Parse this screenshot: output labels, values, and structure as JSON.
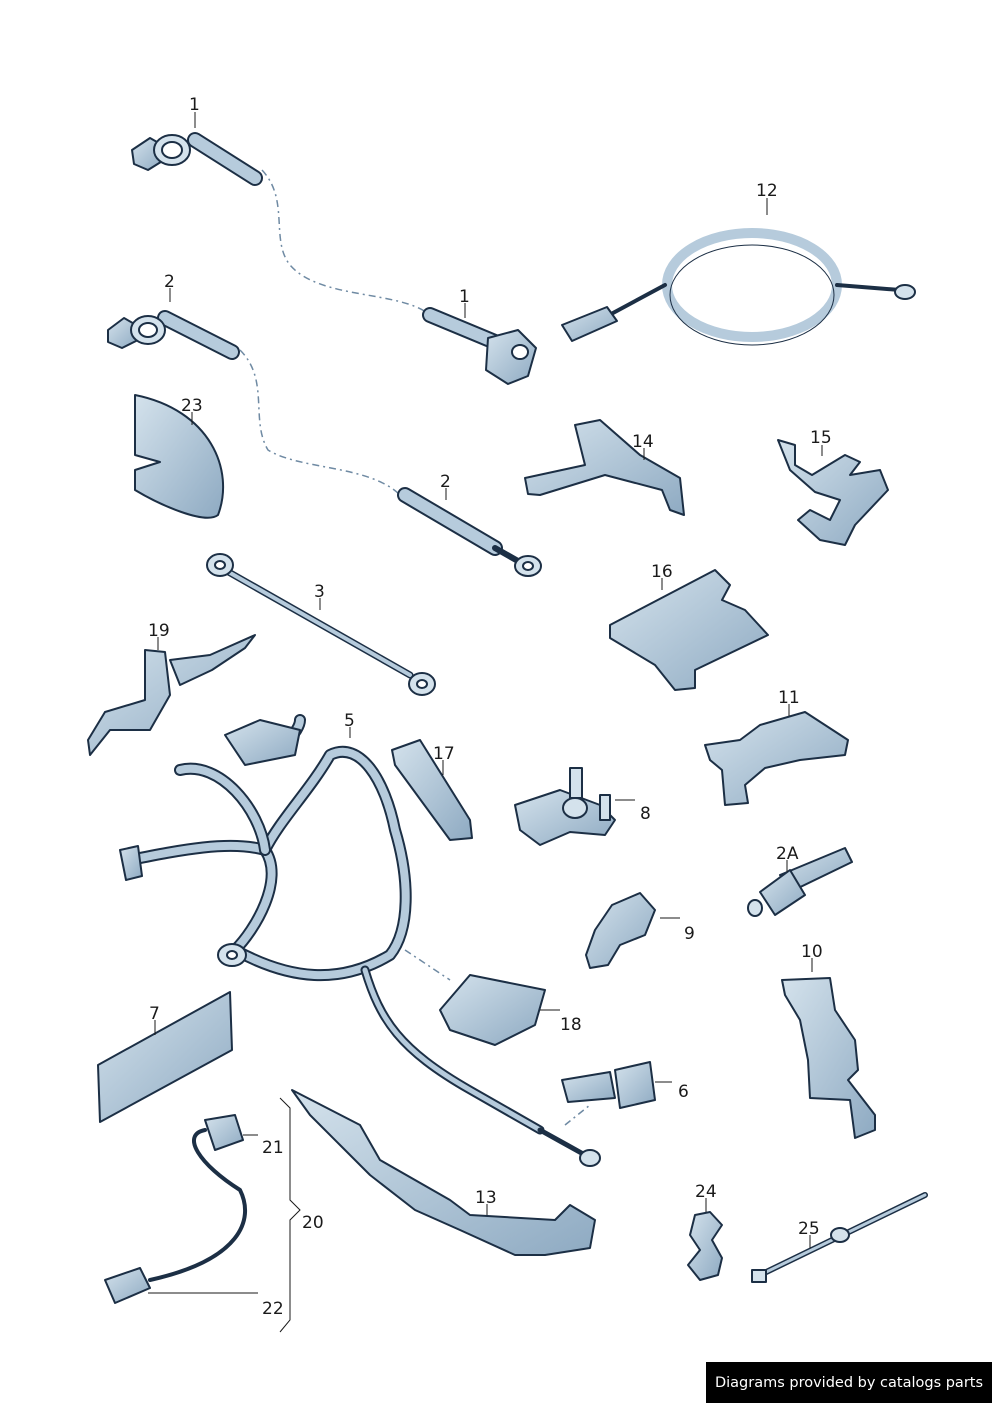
{
  "callouts": {
    "c1a": "1",
    "c1b": "1",
    "c2a": "2",
    "c2b": "2",
    "c3": "3",
    "c5": "5",
    "c6": "6",
    "c7": "7",
    "c8": "8",
    "c9": "9",
    "c10": "10",
    "c11": "11",
    "c12": "12",
    "c13": "13",
    "c14": "14",
    "c15": "15",
    "c16": "16",
    "c17": "17",
    "c18": "18",
    "c19": "19",
    "c20": "20",
    "c21": "21",
    "c22": "22",
    "c23": "23",
    "c24": "24",
    "c25": "25",
    "c2A": "2A"
  },
  "footer": {
    "credit": "Diagrams provided by catalogs parts"
  },
  "colors": {
    "part_fill": "#a9c2d6",
    "part_light": "#d4e2ec",
    "outline": "#1c2f45",
    "background": "#ffffff",
    "credit_bg": "#000000",
    "credit_text": "#ffffff"
  }
}
